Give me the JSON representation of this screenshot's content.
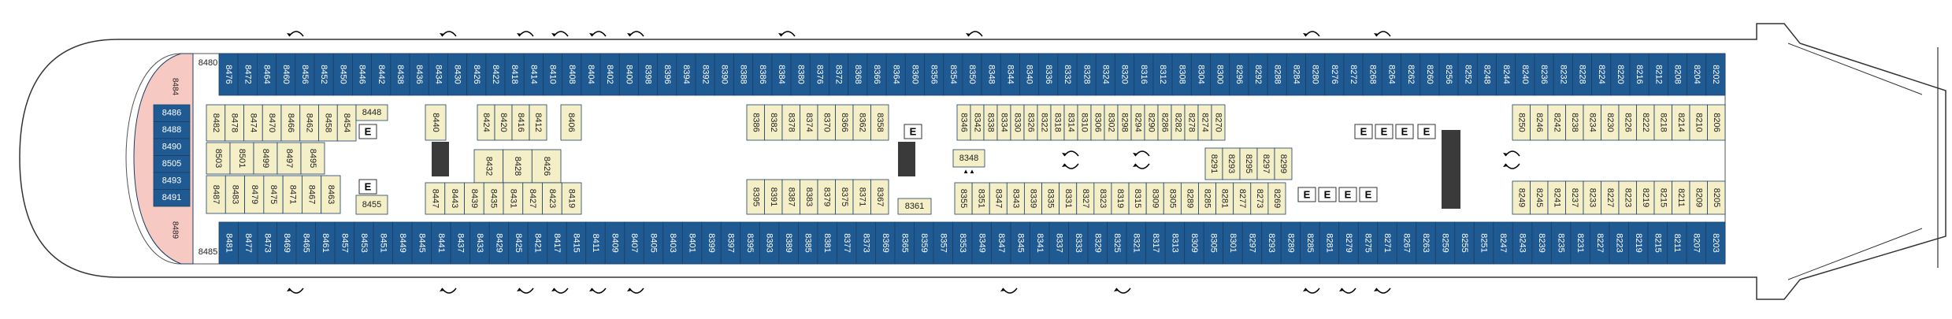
{
  "colors": {
    "outer_cabin": "#1f5a93",
    "inner_cabin": "#f4efc7",
    "suite": "#f6c9c2",
    "hull_line": "#333333",
    "white_text": "#ffffff",
    "dark_text": "#222222"
  },
  "top_row": [
    "8480",
    "8484",
    "8476",
    "8472",
    "8464",
    "8460",
    "8456",
    "8452",
    "8450",
    "8446",
    "8442",
    "8438",
    "8436",
    "8434",
    "8430",
    "8426",
    "8422",
    "8418",
    "8414",
    "8410",
    "8408",
    "8404",
    "8402",
    "8400",
    "8398",
    "8396",
    "8394",
    "8392",
    "8390",
    "8388",
    "8386",
    "8384",
    "8380",
    "8376",
    "8372",
    "8368",
    "8366",
    "8364",
    "8360",
    "8356",
    "8354",
    "8350",
    "8348",
    "8344",
    "8340",
    "8336",
    "8332",
    "8328",
    "8324",
    "8320",
    "8316",
    "8312",
    "8308",
    "8304",
    "8300",
    "8296",
    "8292",
    "8288",
    "8284",
    "8280",
    "8276",
    "8272",
    "8268",
    "8264",
    "8262",
    "8260",
    "8256",
    "8252",
    "8248",
    "8244",
    "8240",
    "8236",
    "8232",
    "8228",
    "8224",
    "8220",
    "8216",
    "8212",
    "8208",
    "8204",
    "8202"
  ],
  "bottom_row": [
    "8489",
    "8485",
    "8481",
    "8477",
    "8473",
    "8469",
    "8465",
    "8461",
    "8457",
    "8453",
    "8451",
    "8449",
    "8445",
    "8441",
    "8437",
    "8433",
    "8429",
    "8425",
    "8421",
    "8417",
    "8415",
    "8411",
    "8409",
    "8407",
    "8405",
    "8403",
    "8401",
    "8399",
    "8397",
    "8395",
    "8393",
    "8389",
    "8385",
    "8381",
    "8377",
    "8373",
    "8369",
    "8365",
    "8359",
    "8357",
    "8353",
    "8349",
    "8347",
    "8345",
    "8341",
    "8337",
    "8333",
    "8329",
    "8325",
    "8321",
    "8317",
    "8313",
    "8309",
    "8305",
    "8301",
    "8297",
    "8293",
    "8289",
    "8285",
    "8281",
    "8279",
    "8275",
    "8271",
    "8267",
    "8263",
    "8259",
    "8255",
    "8251",
    "8247",
    "8243",
    "8239",
    "8235",
    "8231",
    "8227",
    "8223",
    "8219",
    "8215",
    "8211",
    "8207",
    "8203"
  ],
  "bow_cabins": [
    "8486",
    "8488",
    "8490",
    "8505",
    "8493",
    "8491"
  ],
  "inner_left": [
    [
      "8482",
      "8478",
      "8474",
      "8470",
      "8466",
      "8462",
      "8458",
      "8454",
      "8448"
    ],
    [
      "8503",
      "8501",
      "8499",
      "8497",
      "8495"
    ],
    [
      "8487",
      "8483",
      "8479",
      "8475",
      "8471",
      "8467",
      "8463",
      "8455"
    ]
  ],
  "inner_mid_a": [
    "8440",
    "8424",
    "8420",
    "8416",
    "8412",
    "8406",
    "8432",
    "8428",
    "8426",
    "8447",
    "8443",
    "8439",
    "8435",
    "8431",
    "8427",
    "8423",
    "8419"
  ],
  "inner_mid_b": [
    "8386",
    "8382",
    "8378",
    "8374",
    "8370",
    "8366",
    "8362",
    "8358",
    "8395",
    "8391",
    "8387",
    "8383",
    "8379",
    "8375",
    "8371",
    "8367",
    "8361"
  ],
  "inner_mid_c": [
    "8346",
    "8342",
    "8338",
    "8334",
    "8330",
    "8326",
    "8322",
    "8318",
    "8314",
    "8310",
    "8306",
    "8302",
    "8298",
    "8294",
    "8290",
    "8286",
    "8282",
    "8278",
    "8274",
    "8270",
    "8348",
    "8291",
    "8293",
    "8295",
    "8297",
    "8299"
  ],
  "inner_mid_c_bottom": [
    "8355",
    "8351",
    "8347",
    "8343",
    "8339",
    "8335",
    "8331",
    "8327",
    "8323",
    "8319",
    "8315",
    "8309",
    "8305",
    "8289",
    "8285",
    "8281",
    "8277",
    "8273",
    "8269"
  ],
  "inner_right": [
    "8250",
    "8246",
    "8242",
    "8238",
    "8234",
    "8230",
    "8226",
    "8222",
    "8218",
    "8214",
    "8210",
    "8206",
    "8249",
    "8245",
    "8241",
    "8237",
    "8233",
    "8227",
    "8223",
    "8219",
    "8215",
    "8211",
    "8209",
    "8205"
  ],
  "elevator_label": "E",
  "cabin_8348_marks": "▲▲"
}
